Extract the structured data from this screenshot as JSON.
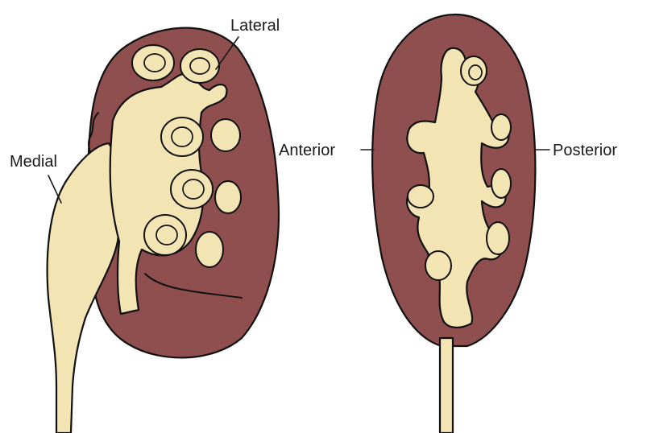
{
  "labels": {
    "lateral": "Lateral",
    "medial": "Medial",
    "anterior": "Anterior",
    "posterior": "Posterior"
  },
  "colors": {
    "parenchyma": "#8f4f4f",
    "collecting_system": "#f3e4b4",
    "outline": "#111111",
    "background": "#ffffff"
  }
}
